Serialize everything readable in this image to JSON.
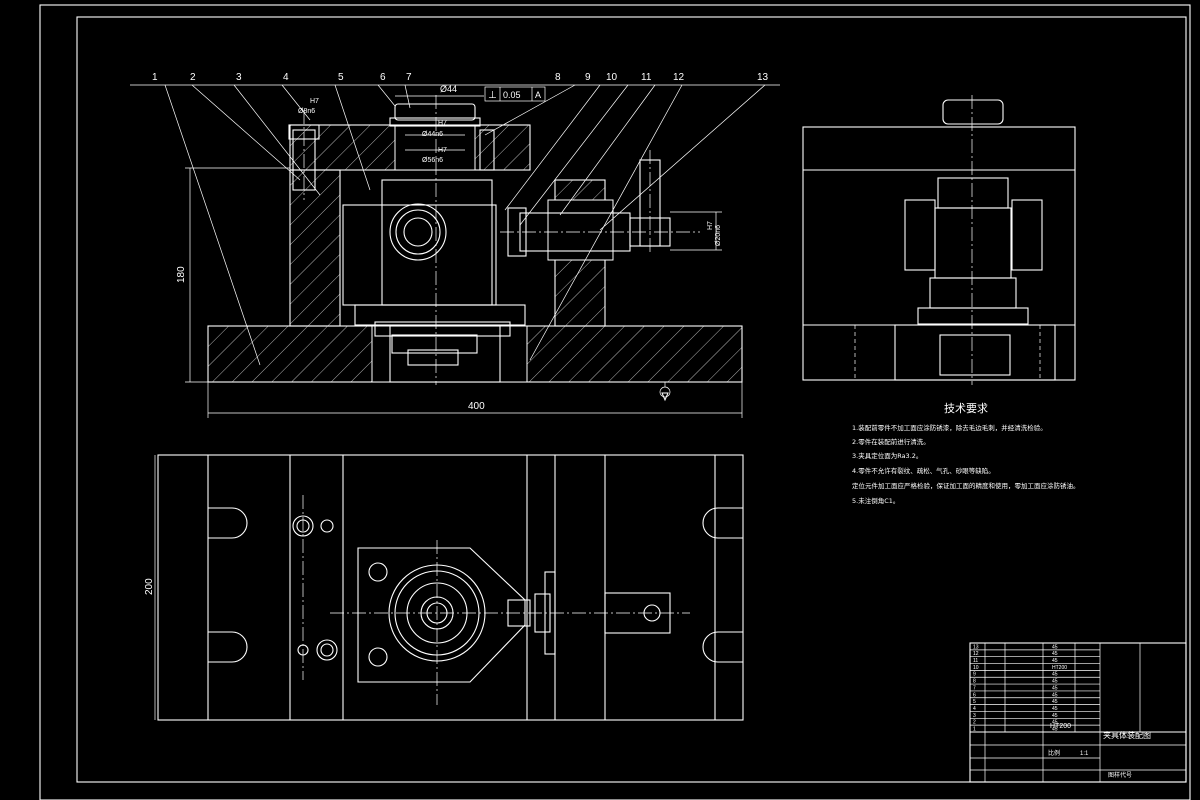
{
  "balloons": [
    "1",
    "2",
    "3",
    "4",
    "5",
    "6",
    "7",
    "8",
    "9",
    "10",
    "11",
    "12",
    "13"
  ],
  "front_view": {
    "dim_width": "400",
    "dim_height": "180",
    "dim_top_dia": "Ø44",
    "gdt_symbol": "⊥",
    "gdt_tolerance": "0.05",
    "gdt_datum": "A",
    "fit_upper": "H7",
    "fit_upper_dia": "Ø8n6",
    "fit_bushing_outer": "Ø44n6",
    "fit_bushing_inner": "Ø56n6",
    "fit_pin": "Ø20n6",
    "fit_bushing_tol": "H7",
    "fit_bushing_inner_tol": "H7",
    "fit_pin_tol": "H7"
  },
  "plan_view": {
    "dim_height": "200"
  },
  "tech_requirements": {
    "title": "技术要求",
    "items": [
      "1.装配前零件不加工面应涂防锈漆，除去毛边毛刺，并经清洗检验。",
      "2.零件在装配前进行清洗。",
      "3.夹具定位面为Ra3.2。",
      "4.零件不允许有裂纹、疏松、气孔、砂眼等缺陷。",
      "定位元件加工面应严格检验，保证加工面的精度和使用，零加工面应涂防锈油。",
      "5.未注倒角C1。"
    ]
  },
  "title_block": {
    "drawing_name": "夹具体装配图",
    "material": "HT200",
    "scale_label": "比例",
    "scale": "1:1",
    "parts_material": [
      "45",
      "45",
      "45",
      "HT200",
      "45",
      "45",
      "45",
      "45",
      "45",
      "45",
      "45",
      "45",
      "45"
    ],
    "bottom_label": "图样代号"
  }
}
